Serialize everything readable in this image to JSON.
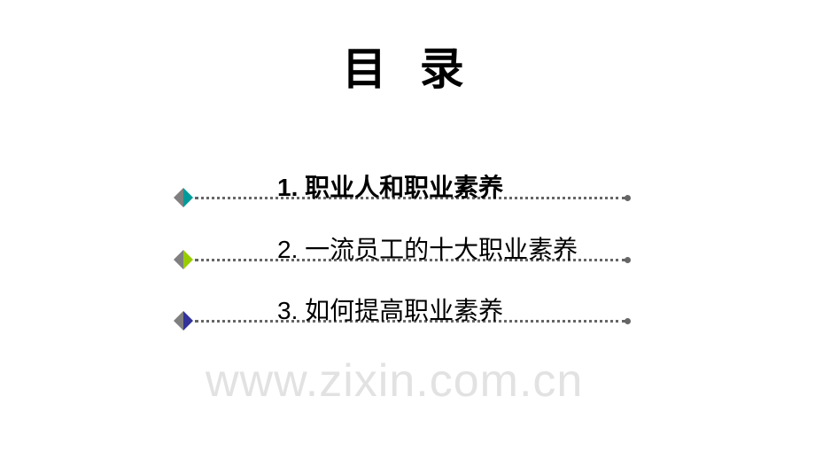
{
  "title": "目 录",
  "watermark": "www.zixin.com.cn",
  "items": [
    {
      "label": "1. 职业人和职业素养",
      "color": "#009a9a"
    },
    {
      "label": "2. 一流员工的十大职业素养",
      "color": "#99cc00"
    },
    {
      "label": "3. 如何提高职业素养",
      "color": "#333399"
    }
  ]
}
